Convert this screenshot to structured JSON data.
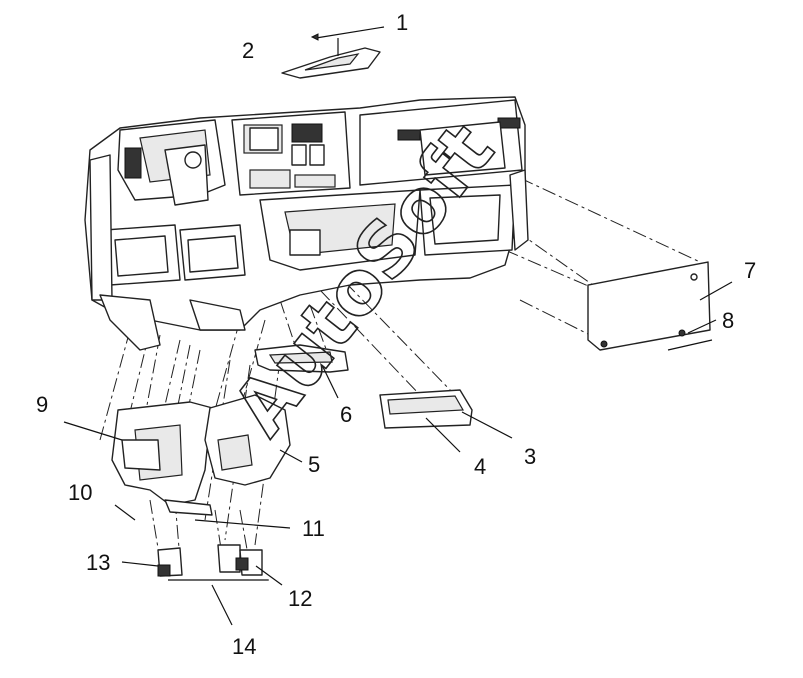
{
  "callouts": [
    {
      "id": "1",
      "label": "1"
    },
    {
      "id": "2",
      "label": "2"
    },
    {
      "id": "3",
      "label": "3"
    },
    {
      "id": "4",
      "label": "4"
    },
    {
      "id": "5",
      "label": "5"
    },
    {
      "id": "6",
      "label": "6"
    },
    {
      "id": "7",
      "label": "7"
    },
    {
      "id": "8",
      "label": "8"
    },
    {
      "id": "9",
      "label": "9"
    },
    {
      "id": "10",
      "label": "10"
    },
    {
      "id": "11",
      "label": "11"
    },
    {
      "id": "12",
      "label": "12"
    },
    {
      "id": "13",
      "label": "13"
    },
    {
      "id": "14",
      "label": "14"
    }
  ],
  "watermark": {
    "text": "AutoSoft"
  }
}
